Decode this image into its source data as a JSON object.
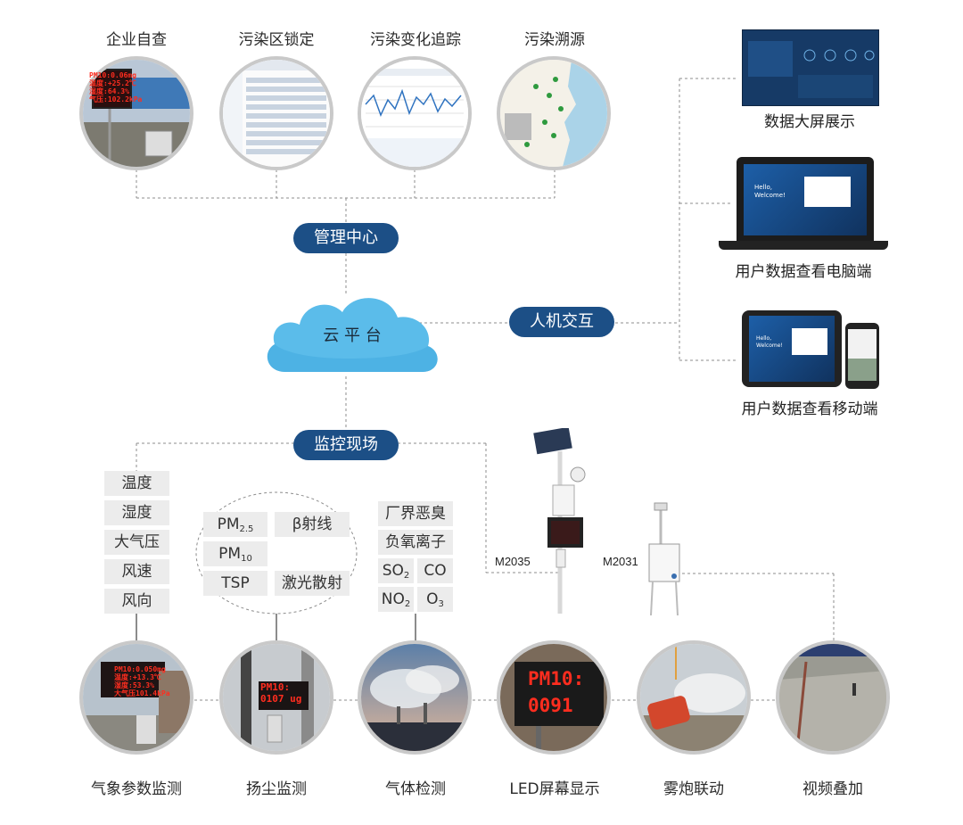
{
  "top_features": [
    {
      "label": "企业自查"
    },
    {
      "label": "污染区锁定"
    },
    {
      "label": "污染变化追踪"
    },
    {
      "label": "污染溯源"
    }
  ],
  "center": {
    "management": "管理中心",
    "cloud": "云 平 台",
    "interaction": "人机交互",
    "monitoring": "监控现场"
  },
  "right_panel": [
    {
      "label": "数据大屏展示"
    },
    {
      "label": "用户数据查看电脑端"
    },
    {
      "label": "用户数据查看移动端"
    }
  ],
  "screens": {
    "welcome": "Hello,\nWelcome!"
  },
  "weather_tags": [
    "温度",
    "湿度",
    "大气压",
    "风速",
    "风向"
  ],
  "dust_tags": {
    "left": [
      {
        "main": "PM",
        "sub": "2.5"
      },
      {
        "main": "PM",
        "sub": "10"
      },
      {
        "main": "TSP",
        "sub": ""
      }
    ],
    "right": [
      "β射线",
      "激光散射"
    ]
  },
  "gas_tags": {
    "rows": [
      "厂界恶臭",
      "负氧离子"
    ],
    "pairs": [
      [
        {
          "main": "SO",
          "sub": "2"
        },
        {
          "main": "CO",
          "sub": ""
        }
      ],
      [
        {
          "main": "NO",
          "sub": "2"
        },
        {
          "main": "O",
          "sub": "3"
        }
      ]
    ]
  },
  "models": [
    "M2035",
    "M2031"
  ],
  "bottom_features": [
    {
      "label": "气象参数监测"
    },
    {
      "label": "扬尘监测"
    },
    {
      "label": "气体检测"
    },
    {
      "label": "LED屏幕显示"
    },
    {
      "label": "雾炮联动"
    },
    {
      "label": "视频叠加"
    }
  ],
  "led_text": {
    "led_display_line1": "PM10:",
    "led_display_line2": "0091",
    "dust_line1": "PM10:",
    "dust_line2": "0107 ug"
  },
  "colors": {
    "pill": "#1c4f86",
    "cloud": "#5bbcea",
    "tag_bg": "#ececec",
    "dashed": "#8c8c8c",
    "led": "#ff2d1f"
  }
}
